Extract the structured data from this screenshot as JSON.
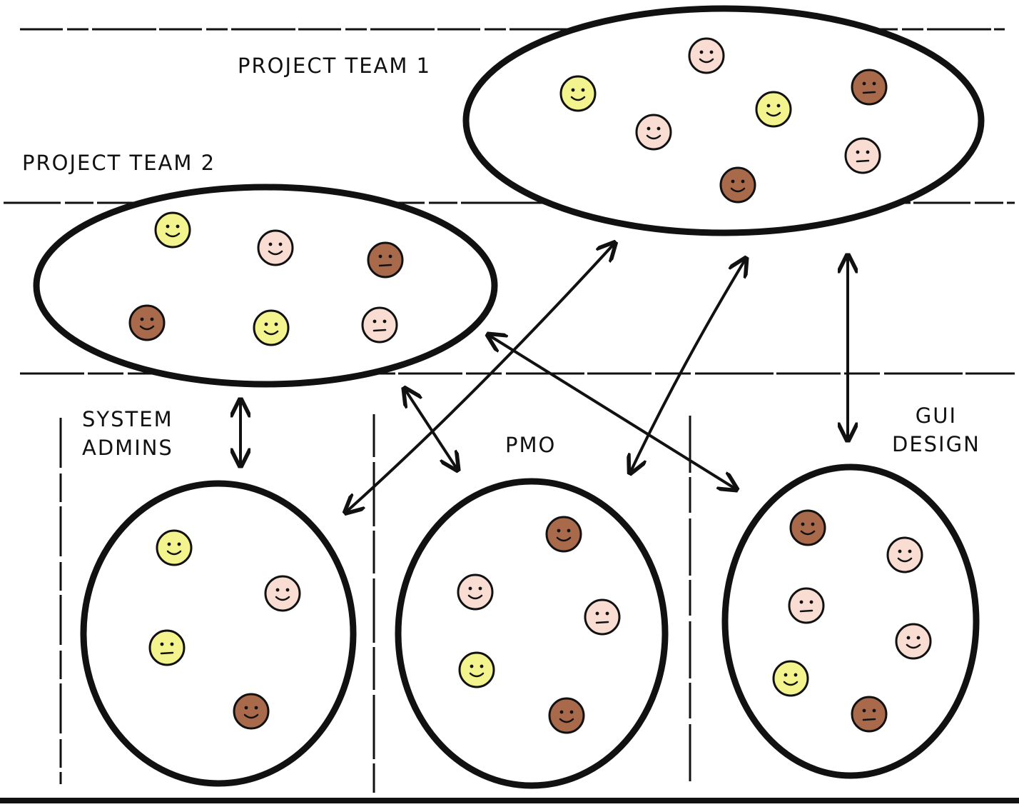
{
  "labels": {
    "project_team_1": "PROJECT TEAM 1",
    "project_team_2": "PROJECT TEAM 2",
    "system_admins_line1": "SYSTEM",
    "system_admins_line2": "ADMINS",
    "pmo": "PMO",
    "gui_design_line1": "GUI",
    "gui_design_line2": "DESIGN"
  },
  "colors": {
    "ink": "#111111",
    "face_yellow": "#f4f48e",
    "face_pink": "#f9dcd2",
    "face_brown": "#a96a4c"
  },
  "groups": [
    {
      "id": "project-team-1",
      "faces": [
        "pink",
        "yellow",
        "brown",
        "yellow",
        "pink",
        "pink",
        "brown"
      ]
    },
    {
      "id": "project-team-2",
      "faces": [
        "yellow",
        "pink",
        "brown",
        "brown",
        "yellow",
        "pink"
      ]
    },
    {
      "id": "system-admins",
      "faces": [
        "yellow",
        "pink",
        "yellow",
        "brown"
      ]
    },
    {
      "id": "pmo",
      "faces": [
        "brown",
        "pink",
        "pink",
        "yellow",
        "brown"
      ]
    },
    {
      "id": "gui-design",
      "faces": [
        "brown",
        "pink",
        "pink",
        "pink",
        "yellow",
        "brown"
      ]
    }
  ]
}
